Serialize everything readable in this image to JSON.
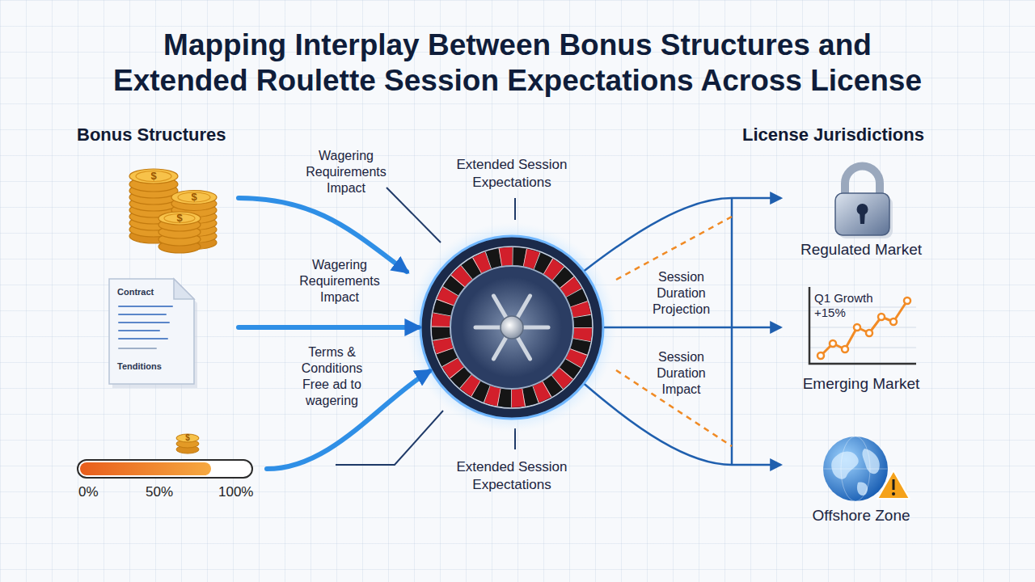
{
  "diagram": {
    "title": "Mapping Interplay Between Bonus Structures and Extended Roulette Session Expectations Across License",
    "nodes": [
      {
        "text": [
          "Contract",
          "Tenditions"
        ]
      },
      {
        "text": [
          "0%",
          "50%",
          "100%"
        ]
      },
      {
        "text": [
          "Extended Session Expectations",
          "Extended Session Expectations"
        ]
      },
      {
        "text": [
          "Regulated Market"
        ]
      },
      {
        "text": [
          "Q1 Growth +15%",
          "Emerging Market"
        ]
      },
      {
        "text": [
          "Offshore Zone"
        ]
      }
    ],
    "edges": [
      {
        "from": 0,
        "to": 2,
        "arrow": "to"
      },
      {
        "from": 1,
        "to": 2,
        "arrow": "to"
      },
      {
        "from": 2,
        "to": 3,
        "arrow": "to"
      },
      {
        "from": 2,
        "to": 4,
        "arrow": "to"
      },
      {
        "from": 2,
        "to": 5,
        "arrow": "to"
      }
    ],
    "labels": [
      "Bonus Structures",
      "License Jurisdictions",
      "$",
      "$",
      "$",
      "Wagering Requirements Impact",
      "Wagering Requirements Impact",
      "Terms & Conditions Free ad to wagering",
      "$",
      "Session Duration Projection",
      "Session Duration Impact"
    ]
  }
}
